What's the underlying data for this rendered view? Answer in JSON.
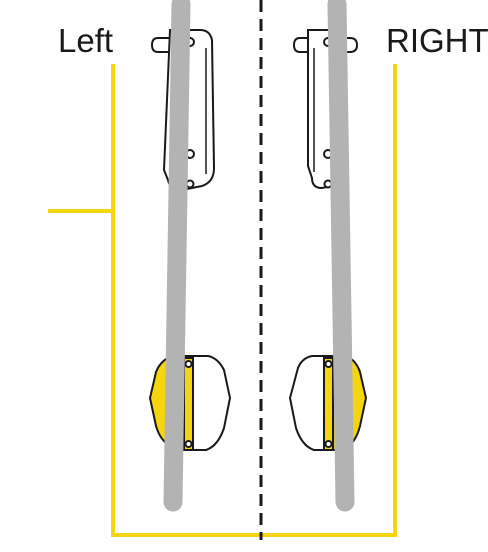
{
  "labels": {
    "left": "Left",
    "right": "RIGHT"
  },
  "colors": {
    "accent": "#f5d410",
    "pole": "#b3b3b3",
    "outline": "#1a1a1a",
    "background": "#ffffff"
  },
  "icons": {
    "handle": "door-handle-icon",
    "pole": "gray-bar",
    "bottom": "stopper-block-icon"
  }
}
